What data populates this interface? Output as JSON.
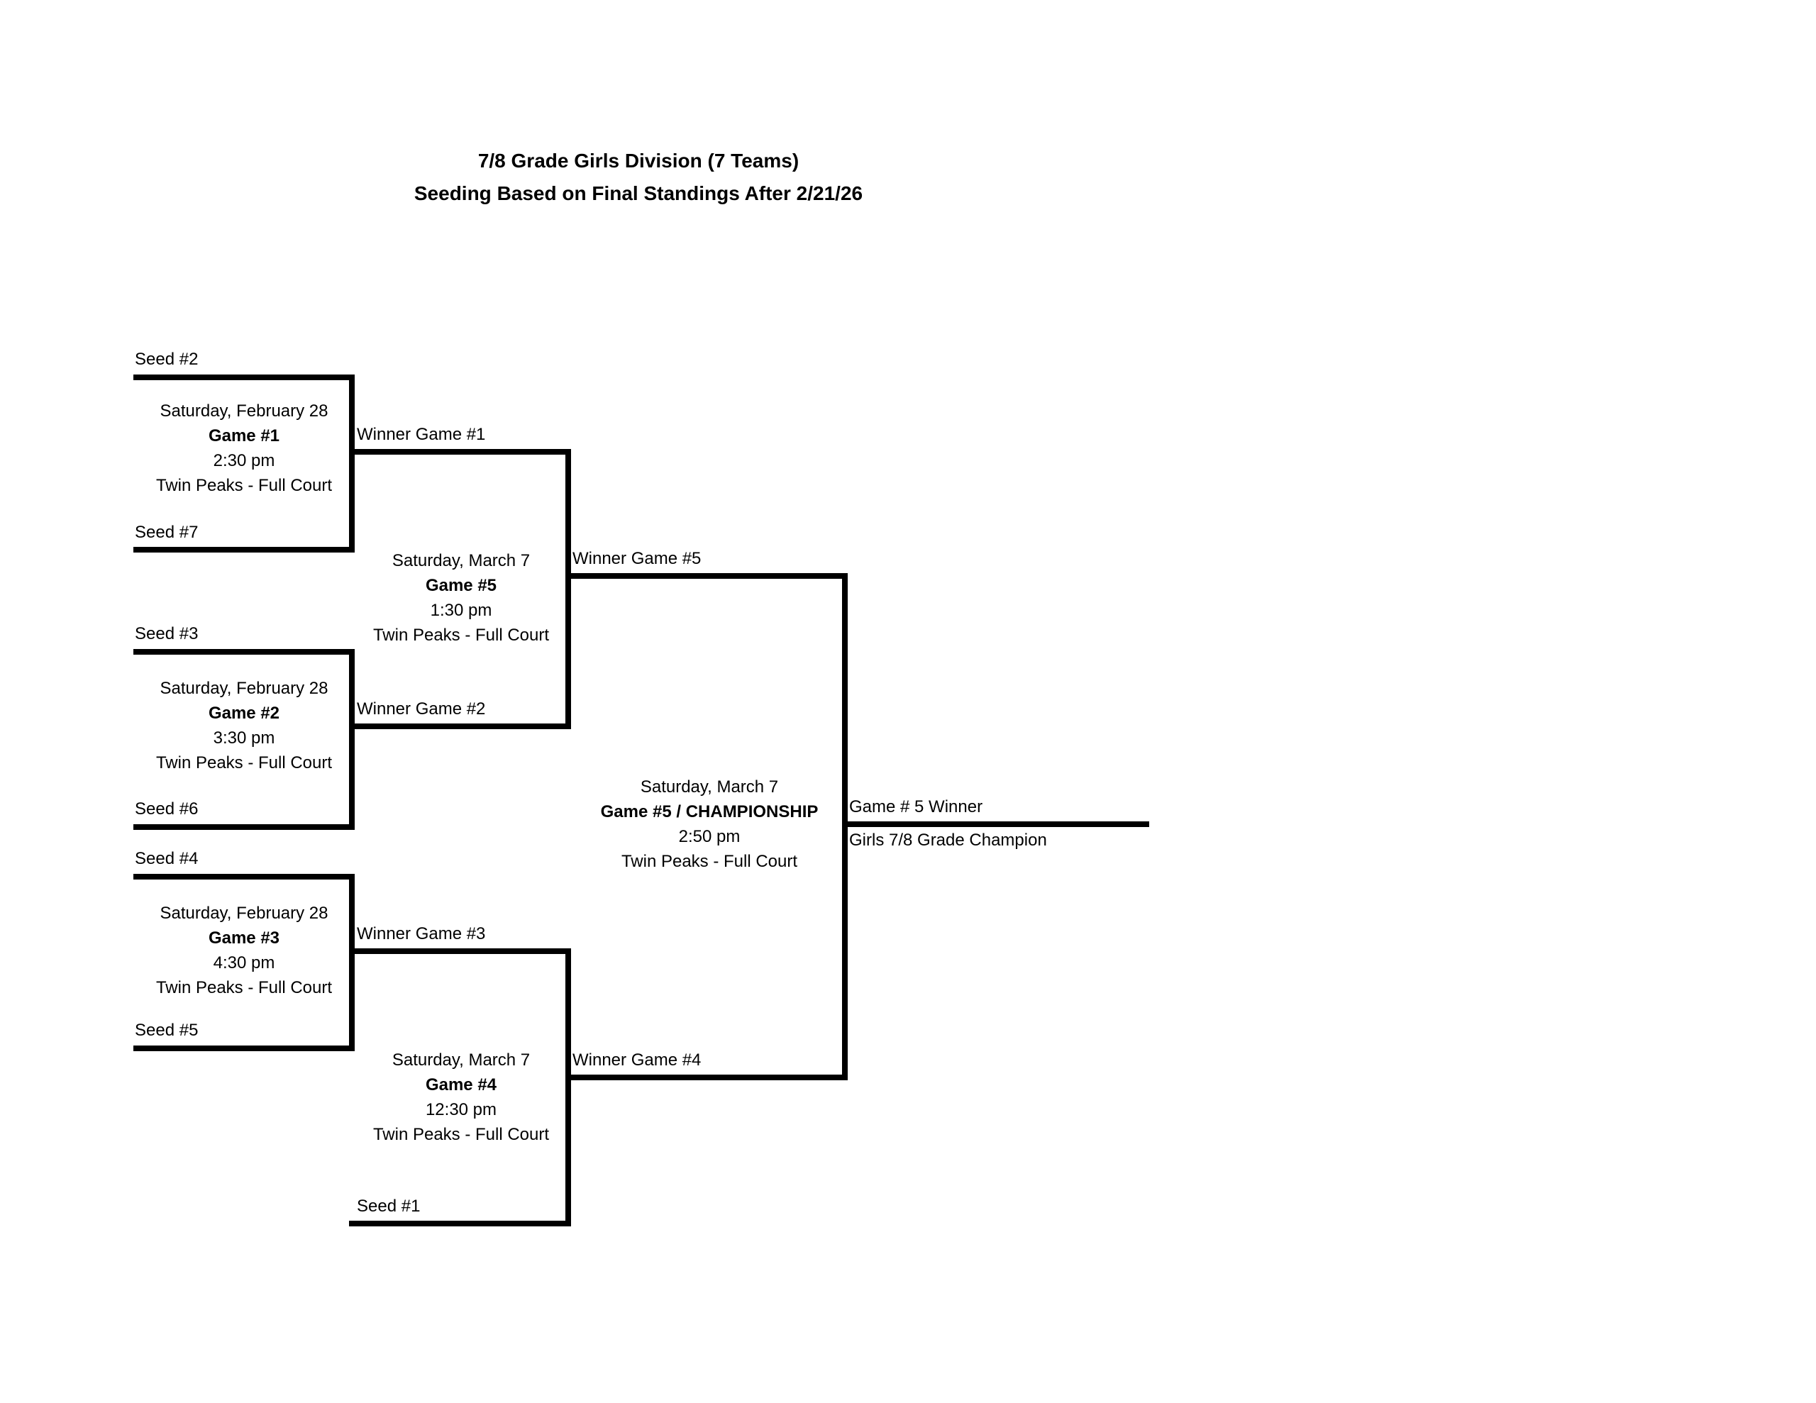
{
  "title": {
    "line1": "7/8 Grade Girls Division (7 Teams)",
    "line2": "Seeding Based on Final Standings After 2/21/26"
  },
  "games": [
    {
      "id": "game-1",
      "top_label": "Seed #2",
      "bottom_label": "Seed #7",
      "date": "Saturday, February 28",
      "name": "Game #1",
      "time": "2:30 pm",
      "venue": "Twin Peaks - Full Court",
      "winner_label": "Winner Game #1"
    },
    {
      "id": "game-2",
      "top_label": "Seed #3",
      "bottom_label": "Seed #6",
      "date": "Saturday, February 28",
      "name": "Game #2",
      "time": "3:30 pm",
      "venue": "Twin Peaks - Full Court",
      "winner_label": "Winner Game #2"
    },
    {
      "id": "game-3",
      "top_label": "Seed #4",
      "bottom_label": "Seed #5",
      "date": "Saturday, February 28",
      "name": "Game #3",
      "time": "4:30 pm",
      "venue": "Twin Peaks - Full Court",
      "winner_label": "Winner Game #3"
    },
    {
      "id": "game-5-semifinal",
      "top_label": "Winner Game #1",
      "bottom_label": "Winner Game #2",
      "date": "Saturday, March 7",
      "name": "Game #5",
      "time": "1:30 pm",
      "venue": "Twin Peaks - Full Court",
      "winner_label": "Winner Game #5"
    },
    {
      "id": "game-4",
      "top_label": "Winner Game #3",
      "bottom_label": "Seed #1",
      "date": "Saturday, March 7",
      "name": "Game #4",
      "time": "12:30 pm",
      "venue": "Twin Peaks - Full Court",
      "winner_label": "Winner Game #4"
    },
    {
      "id": "championship",
      "top_label": "Winner Game #5",
      "bottom_label": "Winner Game #4",
      "date": "Saturday, March 7",
      "name": "Game #5 / CHAMPIONSHIP",
      "time": "2:50 pm",
      "venue": "Twin Peaks - Full Court",
      "winner_label": "Game # 5 Winner"
    }
  ],
  "champion": {
    "winner_label": "Game # 5 Winner",
    "champion_label": "Girls 7/8 Grade Champion"
  },
  "colors": {
    "line": "#000000",
    "text": "#000000",
    "background": "#ffffff"
  }
}
